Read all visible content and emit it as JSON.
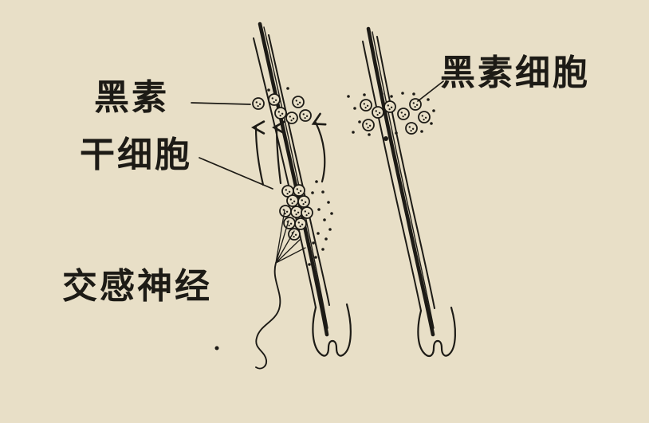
{
  "colors": {
    "background": "#e8dfc7",
    "ink": "#1d1b16"
  },
  "labels": {
    "melanin": "黑素",
    "stem_cell": "干细胞",
    "sympathetic_nerve": "交感神经",
    "melanocyte": "黑素细胞"
  }
}
